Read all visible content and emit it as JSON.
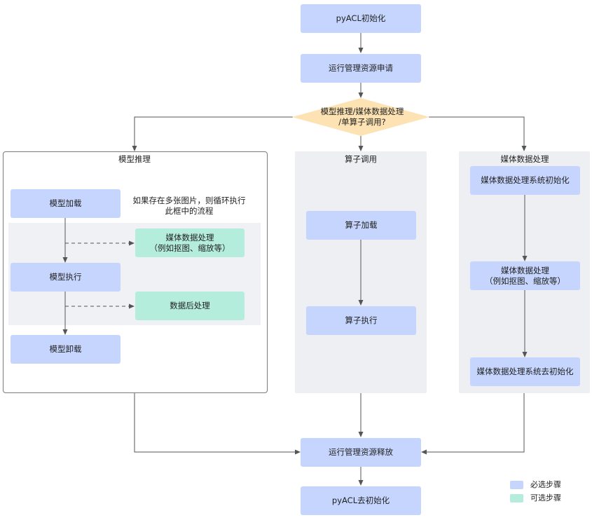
{
  "nodes": {
    "init": "pyACL初始化",
    "apply": "运行管理资源申请",
    "decision_line1": "模型推理/媒体数据处理",
    "decision_line2": "/单算子调用?",
    "release": "运行管理资源释放",
    "deinit": "pyACL去初始化"
  },
  "model_inference": {
    "title": "模型推理",
    "note_line1": "如果存在多张图片，则循环执行",
    "note_line2": "此框中的流程",
    "load": "模型加载",
    "execute": "模型执行",
    "unload": "模型卸载",
    "media_line1": "媒体数据处理",
    "media_line2": "（例如抠图、缩放等）",
    "postprocess": "数据后处理"
  },
  "operator_call": {
    "title": "算子调用",
    "load": "算子加载",
    "execute": "算子执行"
  },
  "media_processing": {
    "title": "媒体数据处理",
    "init": "媒体数据处理系统初始化",
    "process_line1": "媒体数据处理",
    "process_line2": "（例如抠图、缩放等）",
    "deinit": "媒体数据处理系统去初始化"
  },
  "legend": {
    "required": "必选步骤",
    "optional": "可选步骤"
  },
  "colors": {
    "required": "#c5d5fd",
    "optional": "#b5eddc",
    "decision": "#fde3b3",
    "connector": "#555555"
  }
}
